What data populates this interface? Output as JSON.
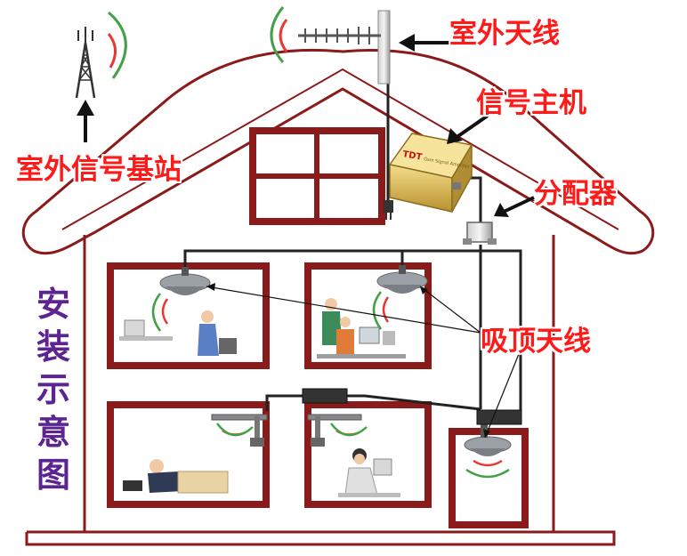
{
  "labels": {
    "outdoor_antenna": "室外天线",
    "signal_host": "信号主机",
    "splitter": "分配器",
    "base_station": "室外信号基站",
    "ceiling_antenna": "吸顶天线"
  },
  "title_chars": [
    "安",
    "装",
    "示",
    "意",
    "图"
  ],
  "device_brand": "TDT",
  "device_text": "Gsm Signal Amplifier",
  "colors": {
    "label": "#ff1a1a",
    "title": "#5b2491",
    "house": "#8b1a1a",
    "cable": "#222222"
  }
}
